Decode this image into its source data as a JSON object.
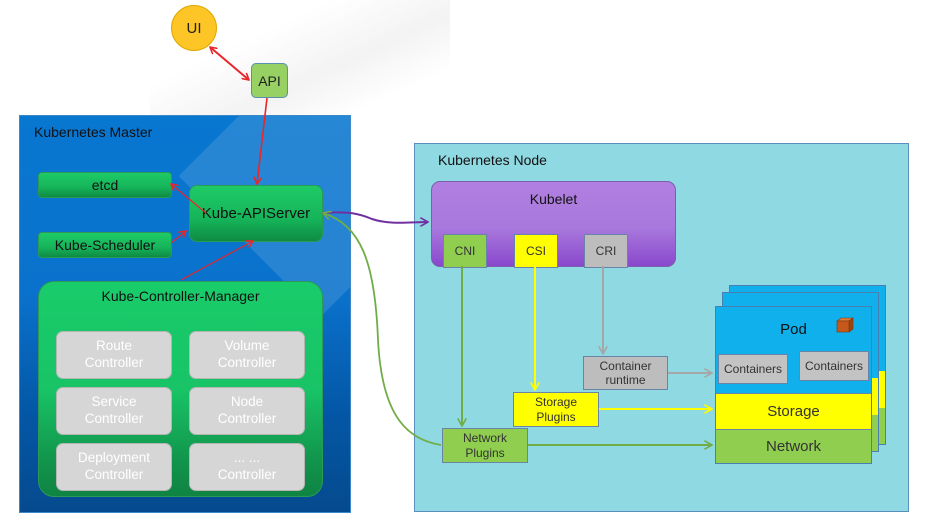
{
  "diagram": {
    "external": {
      "ui": "UI",
      "api": "API"
    },
    "master": {
      "title": "Kubernetes Master",
      "etcd": "etcd",
      "scheduler": "Kube-Scheduler",
      "apiserver": "Kube-APIServer",
      "controller_manager": {
        "title": "Kube-Controller-Manager",
        "controllers": [
          {
            "line1": "Route",
            "line2": "Controller"
          },
          {
            "line1": "Volume",
            "line2": "Controller"
          },
          {
            "line1": "Service",
            "line2": "Controller"
          },
          {
            "line1": "Node",
            "line2": "Controller"
          },
          {
            "line1": "Deployment",
            "line2": "Controller"
          },
          {
            "line1": "... ...",
            "line2": "Controller"
          }
        ]
      }
    },
    "node": {
      "title": "Kubernetes Node",
      "kubelet": {
        "title": "Kubelet",
        "interfaces": [
          "CNI",
          "CSI",
          "CRI"
        ]
      },
      "container_runtime": {
        "line1": "Container",
        "line2": "runtime"
      },
      "storage_plugins": {
        "line1": "Storage",
        "line2": "Plugins"
      },
      "network_plugins": {
        "line1": "Network",
        "line2": "Plugins"
      },
      "pod": {
        "title": "Pod",
        "containers": [
          "Containers",
          "Containers"
        ],
        "storage": "Storage",
        "network": "Network",
        "icon": "cube-icon"
      }
    },
    "colors": {
      "ui": "#fdc526",
      "api": "#97d063",
      "master_bg": "#0a72cc",
      "component_green": "#18c466",
      "controller_gray": "#d6d6d6",
      "node_bg": "#8fd9e2",
      "kubelet_purple": "#a878dd",
      "cni_green": "#8fce4f",
      "csi_yellow": "#ffff00",
      "cri_gray": "#bdbdbd",
      "pod_blue": "#0fb0ec",
      "cube_orange": "#c5581a",
      "arrow_red": "#e8262b",
      "arrow_purple": "#7030a0",
      "arrow_green": "#70ad47",
      "arrow_yellow": "#ffff00",
      "arrow_gray": "#a6a6a6"
    },
    "connections": [
      {
        "from": "UI",
        "to": "API",
        "style": "bidirectional",
        "color": "red"
      },
      {
        "from": "API",
        "to": "Kube-APIServer",
        "color": "red"
      },
      {
        "from": "Kube-APIServer",
        "to": "etcd",
        "color": "red"
      },
      {
        "from": "Kube-Scheduler",
        "to": "Kube-APIServer",
        "color": "red"
      },
      {
        "from": "Kube-Controller-Manager",
        "to": "Kube-APIServer",
        "color": "red"
      },
      {
        "from": "Kube-APIServer",
        "to": "Kubelet",
        "color": "purple"
      },
      {
        "from": "Network Plugins",
        "to": "Kube-APIServer",
        "color": "green"
      },
      {
        "from": "CNI",
        "to": "Network Plugins",
        "color": "green"
      },
      {
        "from": "CSI",
        "to": "Storage Plugins",
        "color": "yellow"
      },
      {
        "from": "CRI",
        "to": "Container runtime",
        "color": "gray"
      },
      {
        "from": "Container runtime",
        "to": "Containers",
        "color": "gray"
      },
      {
        "from": "Storage Plugins",
        "to": "Storage",
        "color": "yellow"
      },
      {
        "from": "Network Plugins",
        "to": "Network",
        "color": "green"
      }
    ]
  }
}
